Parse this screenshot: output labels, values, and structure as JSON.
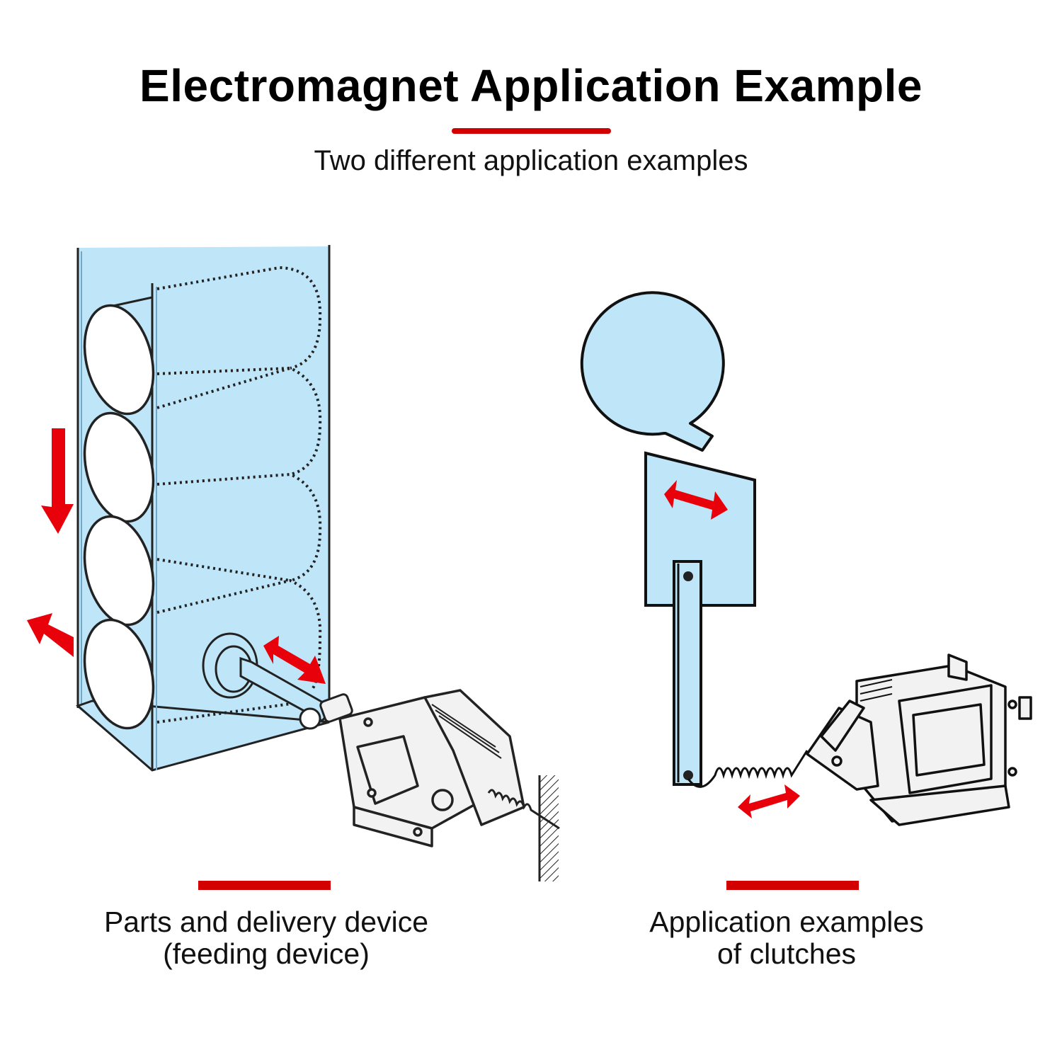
{
  "header": {
    "title": "Electromagnet Application Example",
    "subtitle": "Two different application examples"
  },
  "accent_color": "#d20000",
  "panel_fill_color": "#bfe5f8",
  "examples": [
    {
      "id": "feeding-device",
      "caption_line1": "Parts and delivery device",
      "caption_line2": "(feeding device)",
      "icons": [
        "arrow-down-icon",
        "arrow-up-left-icon",
        "double-arrow-icon",
        "solenoid-icon",
        "spring-icon",
        "wall-hatch-icon"
      ]
    },
    {
      "id": "clutch",
      "caption_line1": "Application examples",
      "caption_line2": "of clutches",
      "icons": [
        "cam-wheel-icon",
        "double-arrow-icon",
        "lever-arm-icon",
        "spring-icon",
        "solenoid-icon"
      ]
    }
  ]
}
